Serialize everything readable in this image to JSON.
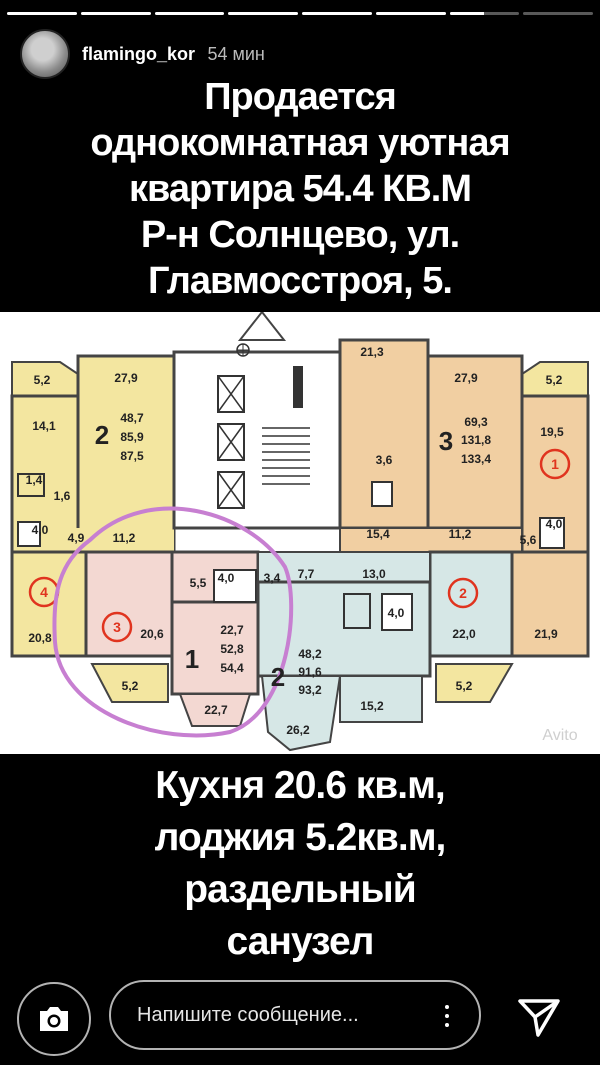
{
  "story": {
    "progress": [
      1,
      1,
      1,
      1,
      1,
      1,
      0.5,
      0
    ],
    "username": "flamingo_kor",
    "time_ago": "54 мин"
  },
  "caption_top": [
    "Продается",
    "однокомнатная уютная",
    "квартира 54.4 КВ.М",
    "Р-н Солнцево, ул.",
    "Главмосстроя, 5."
  ],
  "caption_bottom": [
    "Кухня 20.6 кв.м,",
    "лоджия 5.2кв.м,",
    "раздельный",
    "санузел"
  ],
  "floorplan": {
    "labels": {
      "l_52a": "5,2",
      "l_279a": "27,9",
      "l_141": "14,1",
      "l_2a": "2",
      "l_487": "48,7",
      "l_859": "85,9",
      "l_875": "87,5",
      "l_14": "1,4",
      "l_16": "1,6",
      "l_40a": "4,0",
      "l_49": "4,9",
      "l_112a": "11,2",
      "l_4c": "4",
      "l_208": "20,8",
      "l_3c": "3",
      "l_206": "20,6",
      "l_55": "5,5",
      "l_40b": "4,0",
      "l_34": "3,4",
      "l_77": "7,7",
      "l_1": "1",
      "l_227a": "22,7",
      "l_528": "52,8",
      "l_544": "54,4",
      "l_227b": "22,7",
      "l_52b": "5,2",
      "l_213": "21,3",
      "l_279b": "27,9",
      "l_52c": "5,2",
      "l_3b": "3",
      "l_693": "69,3",
      "l_1318": "131,8",
      "l_1334": "133,4",
      "l_195": "19,5",
      "l_1c": "1",
      "l_36": "3,6",
      "l_154": "15,4",
      "l_112b": "11,2",
      "l_40c": "4,0",
      "l_56": "5,6",
      "l_130": "13,0",
      "l_40d": "4,0",
      "l_2c": "2",
      "l_220": "22,0",
      "l_219": "21,9",
      "l_2b": "2",
      "l_482": "48,2",
      "l_916": "91,6",
      "l_932": "93,2",
      "l_152": "15,2",
      "l_52d": "5,2",
      "l_262": "26,2",
      "watermark": "Avito"
    }
  },
  "footer": {
    "message_placeholder": "Напишите сообщение..."
  },
  "icons": {
    "camera": "camera-icon",
    "more": "more-vertical-icon",
    "send": "send-icon"
  },
  "colors": {
    "background": "#000000",
    "apt_yellow": "#f3e6a0",
    "apt_orange": "#f1cfa2",
    "apt_pink": "#f3d8d2",
    "apt_blue": "#d6e7e6",
    "circle_red": "#e0341f",
    "highlight": "#c77fd1"
  }
}
